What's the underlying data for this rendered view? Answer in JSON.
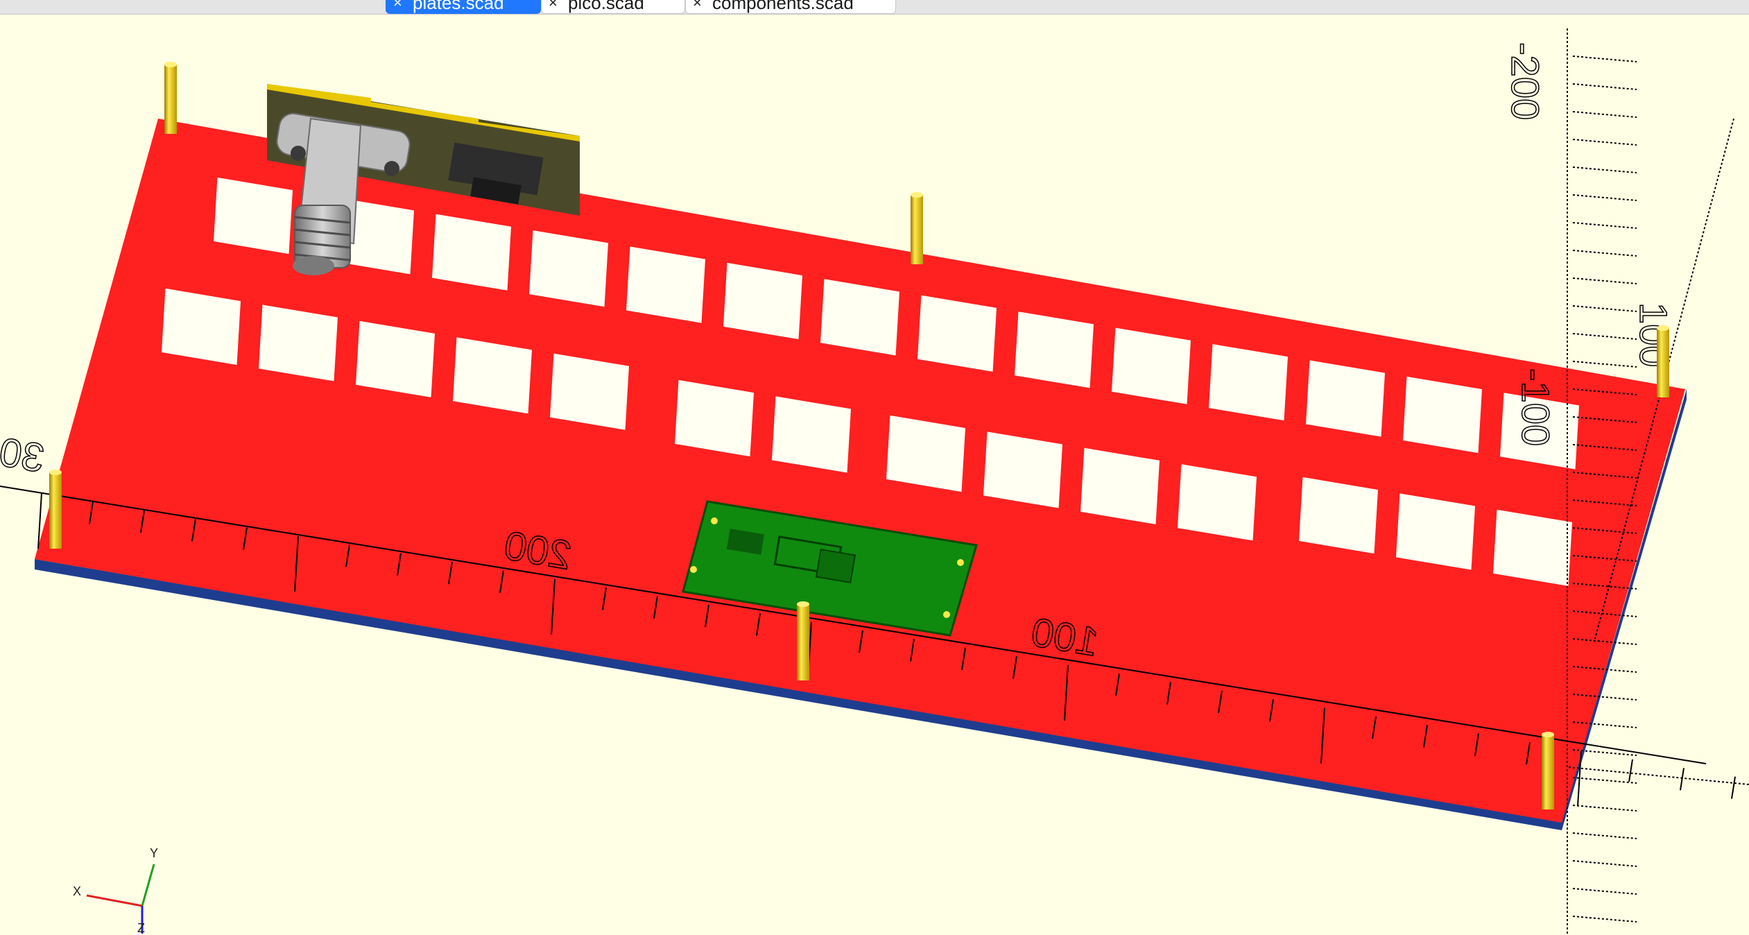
{
  "tabs": [
    {
      "label": "plates.scad",
      "active": true,
      "close_glyph": "×"
    },
    {
      "label": "pico.scad",
      "active": false,
      "close_glyph": "×"
    },
    {
      "label": "components.scad",
      "active": false,
      "close_glyph": "×"
    }
  ],
  "viewport": {
    "background": "#ffffe5",
    "plate_color": "#ff2020",
    "plate_edge_color": "#1f3d8f",
    "standoff_color": "#e8c800",
    "pcb_color": "#0f8a0f",
    "connector_board_color": "#4a4a2a",
    "axis_labels": {
      "bottom_ruler": [
        "200",
        "100"
      ],
      "left_edge": "30",
      "right_ruler": [
        "-200",
        "100",
        "-100"
      ]
    },
    "axes_gizmo": {
      "x": "X",
      "y": "Y",
      "z": "Z"
    }
  }
}
